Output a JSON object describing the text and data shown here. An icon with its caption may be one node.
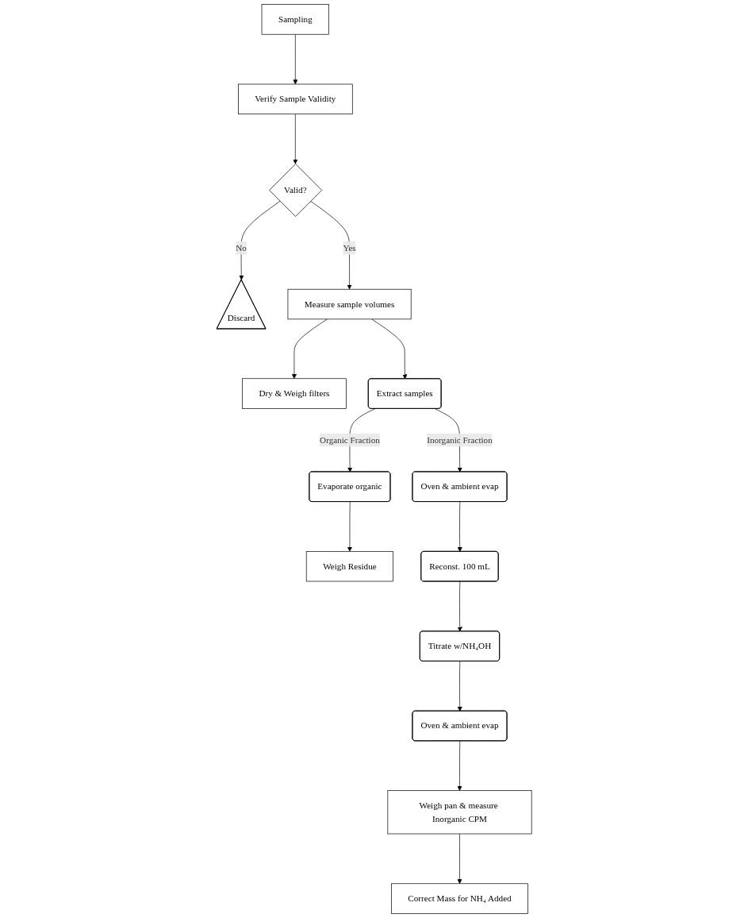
{
  "diagram": {
    "nodes": [
      {
        "text": [
          "Sampling"
        ]
      },
      {
        "text": [
          "Verify Sample Validity"
        ]
      },
      {
        "text": [
          "Valid?"
        ]
      },
      {
        "text": [
          "Discard"
        ]
      },
      {
        "text": [
          "Measure sample volumes"
        ]
      },
      {
        "text": [
          "Dry & Weigh filters"
        ]
      },
      {
        "text": [
          "Extract samples"
        ]
      },
      {
        "text": [
          "Evaporate organic"
        ]
      },
      {
        "text": [
          "Weigh Residue"
        ]
      },
      {
        "text": [
          "Oven & ambient evap"
        ]
      },
      {
        "text": [
          "Reconst. 100 mL"
        ]
      },
      {
        "text": [
          "Titrate w/NH₄OH"
        ]
      },
      {
        "text": [
          "Oven & ambient evap"
        ]
      },
      {
        "text": [
          "Weigh pan & measure Inorganic CPM"
        ]
      },
      {
        "text": [
          "Correct Mass for NH₄ Added"
        ]
      }
    ],
    "edges": [
      {
        "from": 0,
        "to": 1,
        "arrow": "to"
      },
      {
        "from": 1,
        "to": 2,
        "arrow": "to"
      },
      {
        "from": 2,
        "to": 3,
        "arrow": "to",
        "label": "No"
      },
      {
        "from": 2,
        "to": 4,
        "arrow": "to",
        "label": "Yes"
      },
      {
        "from": 4,
        "to": 5,
        "arrow": "to"
      },
      {
        "from": 4,
        "to": 6,
        "arrow": "to"
      },
      {
        "from": 6,
        "to": 7,
        "arrow": "to",
        "label": "Organic Fraction"
      },
      {
        "from": 7,
        "to": 8,
        "arrow": "to"
      },
      {
        "from": 6,
        "to": 9,
        "arrow": "to",
        "label": "Inorganic Fraction"
      },
      {
        "from": 9,
        "to": 10,
        "arrow": "to"
      },
      {
        "from": 10,
        "to": 11,
        "arrow": "to"
      },
      {
        "from": 11,
        "to": 12,
        "arrow": "to"
      },
      {
        "from": 12,
        "to": 13,
        "arrow": "to"
      },
      {
        "from": 13,
        "to": 14,
        "arrow": "to"
      }
    ]
  }
}
